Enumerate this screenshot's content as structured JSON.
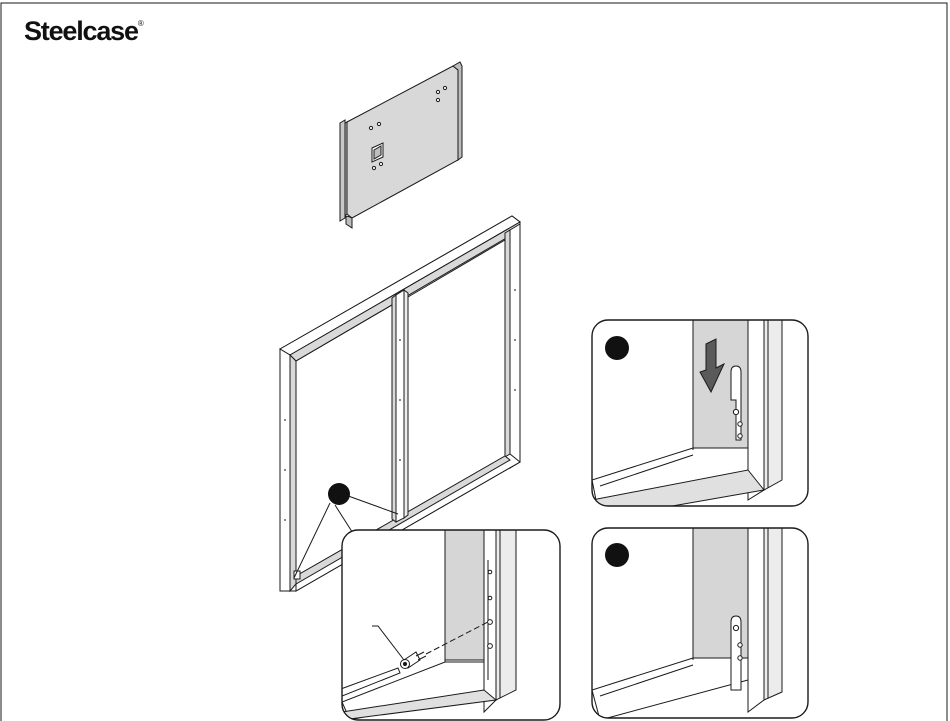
{
  "brand": {
    "name": "Steelcase",
    "mark": "®"
  },
  "colors": {
    "line": "#1a1a1a",
    "panel_fill": "#e4e4e4",
    "shade": "#c8c8c8",
    "callout_fill": "#111111",
    "arrow": "#5a5a5a"
  },
  "figure": {
    "top_panel": "steel-skin-panel",
    "frame": "panel-frame",
    "callouts": [
      "detail-1",
      "detail-2",
      "detail-3"
    ]
  }
}
